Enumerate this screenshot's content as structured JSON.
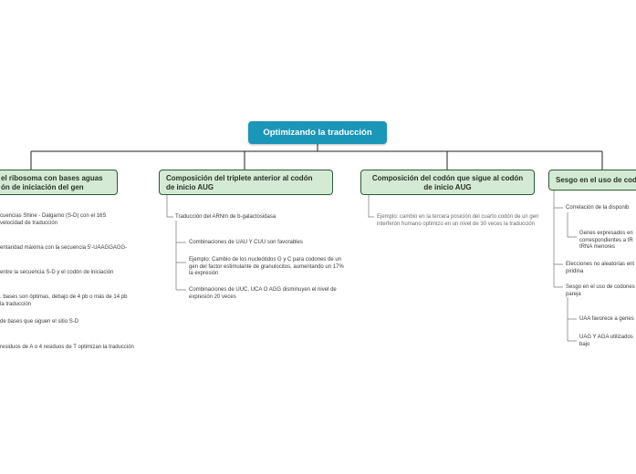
{
  "root": {
    "title": "Optimizando la traducción"
  },
  "topics": [
    {
      "title": "el ribosoma con bases aguas\nón de iniciación del gen",
      "items": [
        "cuencias Shine - Dalgarno (S-D) con el 16S\nvelocidad de traducción",
        "entaridad máxima con la secuencia 5'-UAAGGAGG-",
        "entre la secuencia S-D y el codón de iniciación",
        ". bases son óptimas, debajo de 4 pb o más de 14 pb\nla traducción",
        "de bases que siguen el sitio S-D",
        "residuos de A o 4 residuos de T optimizan la traducción"
      ]
    },
    {
      "title": "Composición del triplete anterior al codón\nde inicio AUG",
      "subtitle": "Traducción del ARNm de b-galactosidasa",
      "items": [
        "Combinaciones de UAU Y CUU son favorables",
        "Ejemplo: Cambio de los nucleótidos G y C para codones de un gen del factor estimulante de granulocitos, aumentando un 17% la expresión",
        "Combinaciones de UUC,  UCA  O AGG disminuyen el nivel de expresión 20 veces"
      ]
    },
    {
      "title": "Composición del codón que sigue al codón\nde inicio AUG",
      "items": [
        "Ejemplo: cambio en la tercera posición del cuarto codón de un gen interferón humano optimizo en un nivel de 30 veces la traducción"
      ]
    },
    {
      "title": "Sesgo en el uso de cod",
      "items": [
        "Correlación de la disponib",
        "Genes expresados en\ncorrespondientes a tR\ntRNA menores",
        "Elecciones no aleatorias ent\npiridina",
        "Sesgo en el uso de codones\npareja",
        "UAA favorece a genes",
        "UAG Y AGA utilizados\nbajo"
      ]
    }
  ]
}
